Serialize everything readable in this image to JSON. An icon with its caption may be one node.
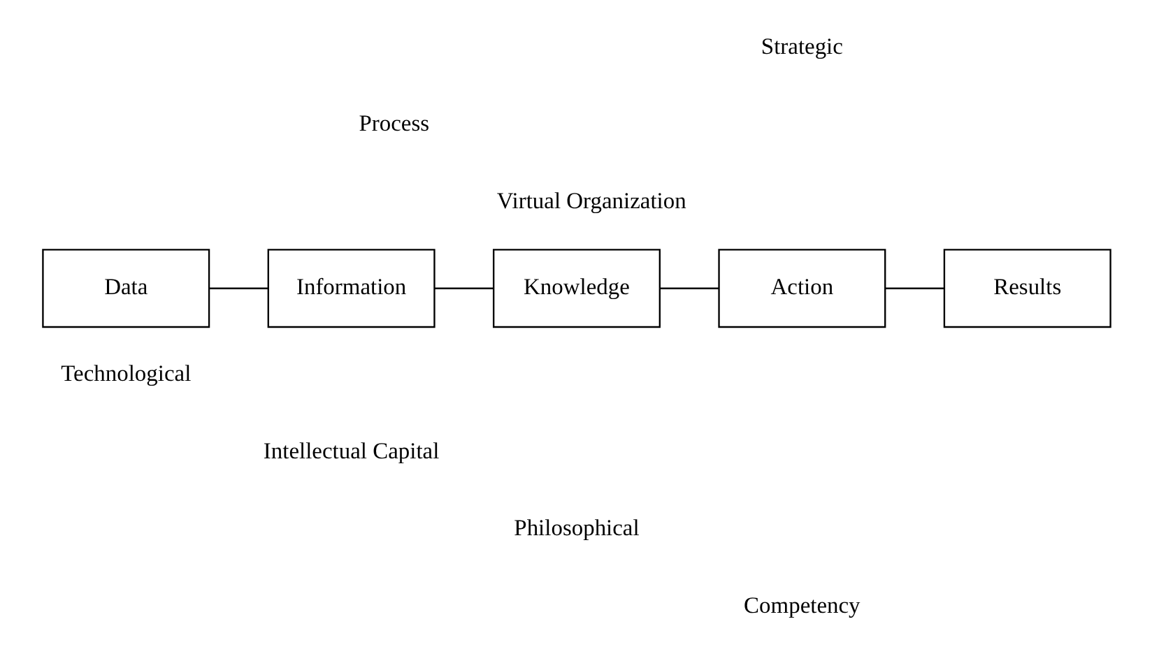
{
  "diagram": {
    "nodes": [
      {
        "text": [
          "Data"
        ]
      },
      {
        "text": [
          "Information"
        ]
      },
      {
        "text": [
          "Knowledge"
        ]
      },
      {
        "text": [
          "Action"
        ]
      },
      {
        "text": [
          "Results"
        ]
      }
    ],
    "edges": [
      {
        "from": 0,
        "to": 1,
        "arrow": "none"
      },
      {
        "from": 1,
        "to": 2,
        "arrow": "none"
      },
      {
        "from": 2,
        "to": 3,
        "arrow": "none"
      },
      {
        "from": 3,
        "to": 4,
        "arrow": "none"
      }
    ],
    "labels": [
      "Strategic",
      "Process",
      "Virtual Organization",
      "Technological",
      "Intellectual Capital",
      "Philosophical",
      "Competency"
    ]
  }
}
